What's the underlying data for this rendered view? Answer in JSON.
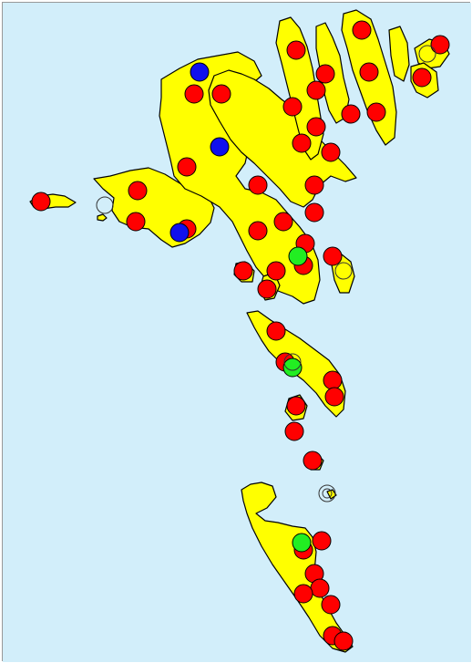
{
  "map": {
    "colors": {
      "sea": "#d2eefa",
      "land": "#ffff00",
      "coastline": "#000000",
      "border": "#999999"
    },
    "marker_types": {
      "red": {
        "fill": "#ff0000",
        "stroke": "#000000"
      },
      "blue": {
        "fill": "#1010ee",
        "stroke": "#000000"
      },
      "green": {
        "fill": "#22ee22",
        "stroke": "#000000"
      },
      "empty": {
        "fill": "none",
        "stroke": "#333333"
      }
    },
    "marker_counts": {
      "red": 46,
      "blue": 3,
      "green": 3,
      "empty": 5
    }
  }
}
